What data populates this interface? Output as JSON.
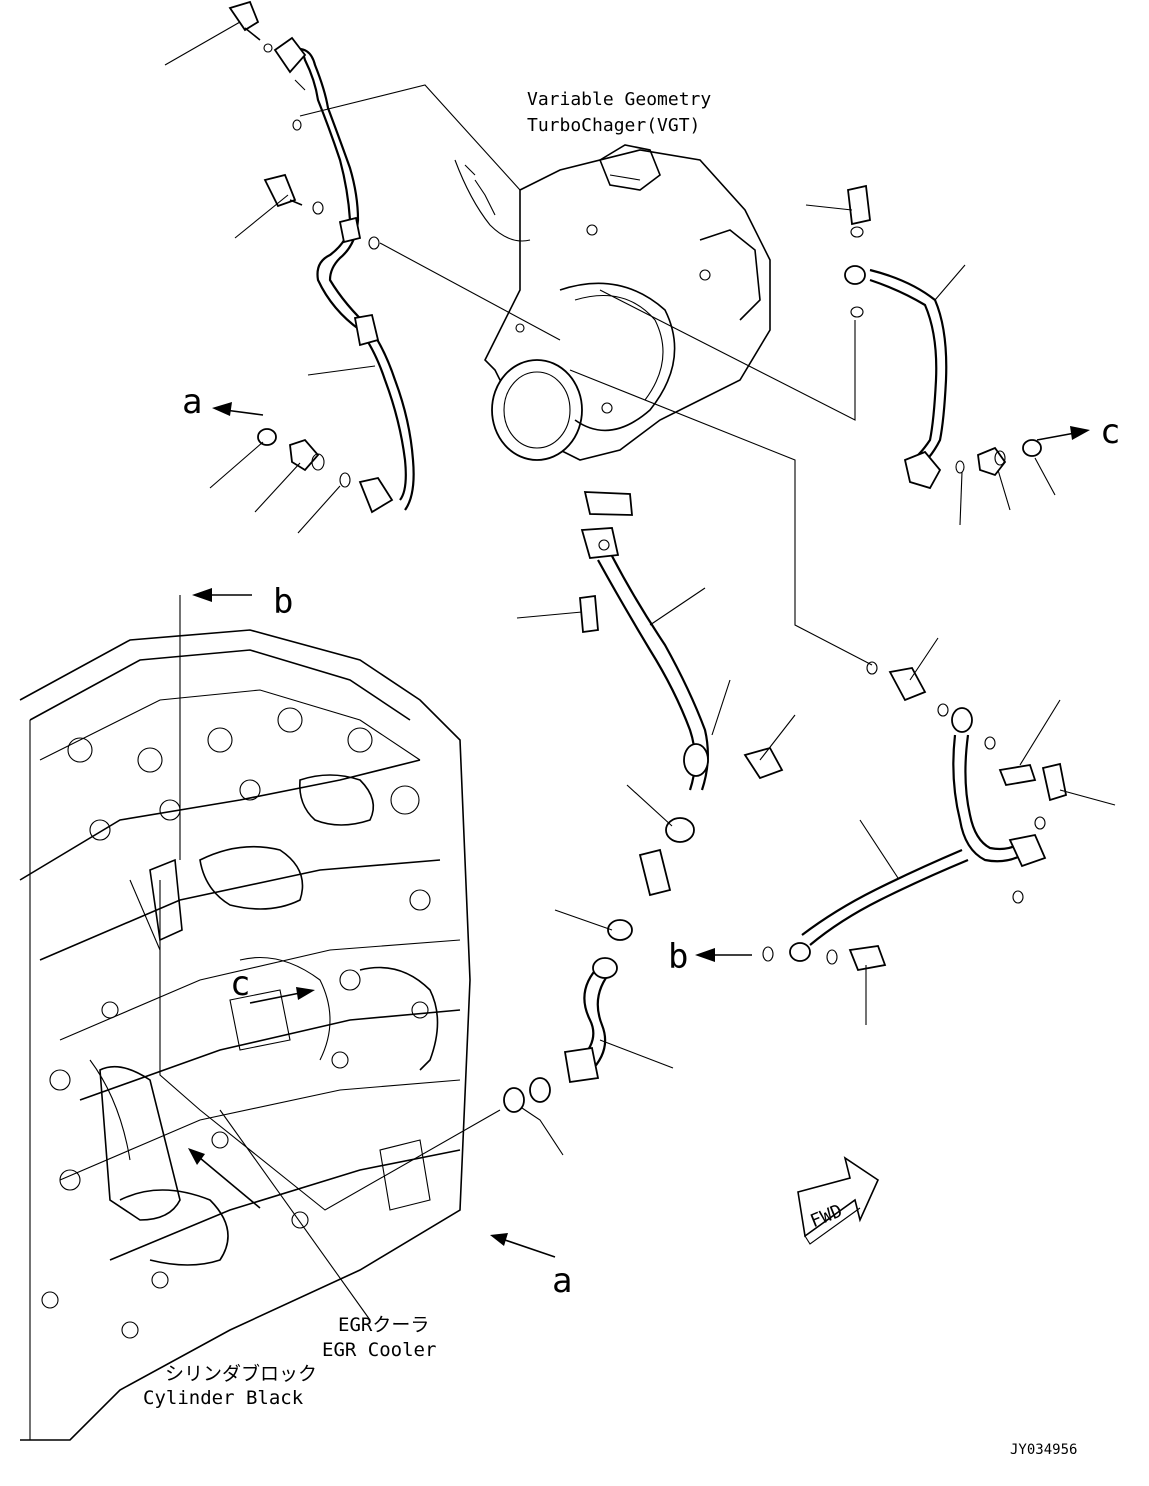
{
  "labels": {
    "vgt_line1": "Variable Geometry",
    "vgt_line2": "TurboChager(VGT)",
    "egr_jp": "EGRクーラ",
    "egr_en": "EGR Cooler",
    "block_jp": "シリンダブロック",
    "block_en": "Cylinder Black",
    "drawing_number": "JY034956",
    "fwd": "FWD"
  },
  "callouts": {
    "a_upper": "a",
    "a_lower": "a",
    "b_upper": "b",
    "b_lower": "b",
    "c_right": "c",
    "c_lower": "c"
  }
}
